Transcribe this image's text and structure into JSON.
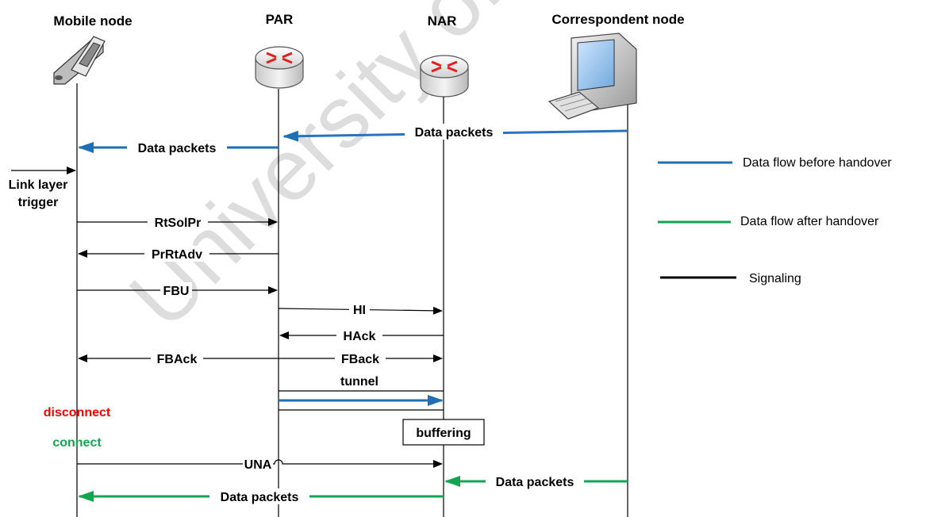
{
  "nodes": {
    "mobile": "Mobile node",
    "par": "PAR",
    "nar": "NAR",
    "cn": "Correspondent node"
  },
  "messages": {
    "data_cn_par": "Data packets",
    "data_par_mn": "Data packets",
    "link_trigger_1": "Link layer",
    "link_trigger_2": "trigger",
    "rtsolpr": "RtSolPr",
    "prrtadv": "PrRtAdv",
    "fbu": "FBU",
    "hi": "HI",
    "hack": "HAck",
    "fback_mn": "FBAck",
    "fback_nar": "FBack",
    "tunnel": "tunnel",
    "disconnect": "disconnect",
    "connect": "connect",
    "buffering": "buffering",
    "una": "UNA",
    "data_cn_nar": "Data packets",
    "data_nar_mn": "Data packets"
  },
  "legend": {
    "before": "Data flow before handover",
    "after": "Data flow after handover",
    "signaling": "Signaling"
  },
  "watermark": "University of Cape Town",
  "colors": {
    "before_handover": "#1f6fb5",
    "after_handover": "#12a652",
    "signaling": "#000000",
    "disconnect": "#ff0000",
    "connect": "#12a652"
  },
  "icons": {
    "mobile": "mobile-phone-icon",
    "par": "router-icon",
    "nar": "router-icon",
    "cn": "desktop-computer-icon"
  }
}
